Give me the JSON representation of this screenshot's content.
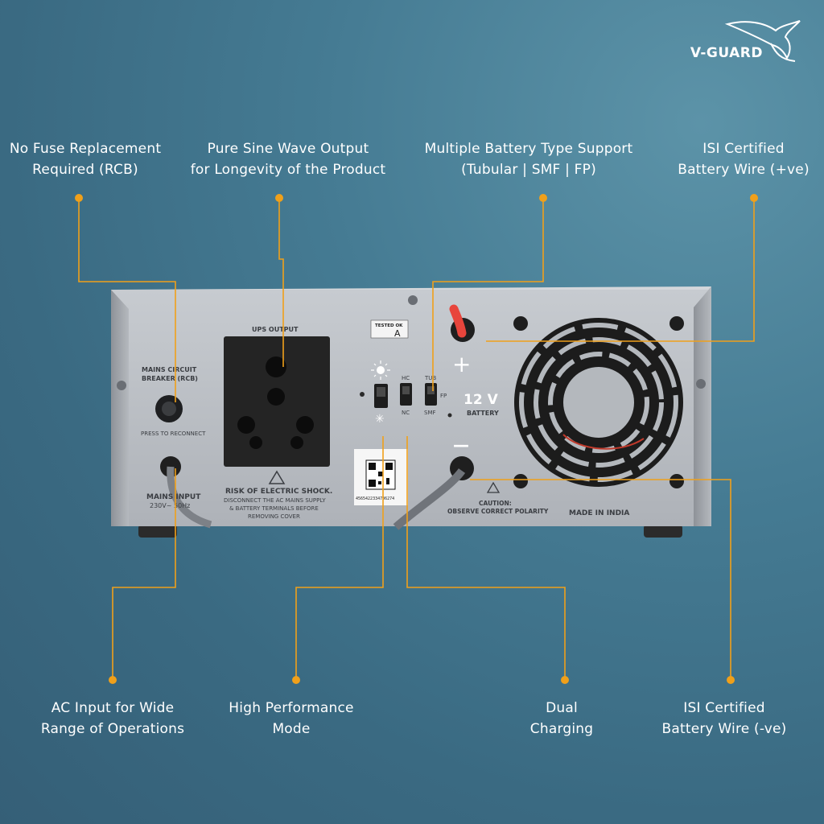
{
  "brand": {
    "name": "V-GUARD"
  },
  "callouts": {
    "fuse": {
      "line1": "No Fuse Replacement",
      "line2": "Required (RCB)"
    },
    "sine": {
      "line1": "Pure Sine Wave Output",
      "line2": "for Longevity of the Product"
    },
    "battery_type": {
      "line1": "Multiple Battery Type Support",
      "line2": "(Tubular | SMF | FP)"
    },
    "wire_pos": {
      "line1": "ISI Certified",
      "line2": "Battery Wire (+ve)"
    },
    "ac_input": {
      "line1": "AC Input for Wide",
      "line2": "Range of Operations"
    },
    "performance": {
      "line1": "High Performance",
      "line2": "Mode"
    },
    "charging": {
      "line1": "Dual",
      "line2": "Charging"
    },
    "wire_neg": {
      "line1": "ISI Certified",
      "line2": "Battery Wire (-ve)"
    }
  },
  "panel": {
    "mcb_label1": "MAINS CIRCUIT",
    "mcb_label2": "BREAKER (RCB)",
    "press_reconnect": "PRESS TO RECONNECT",
    "mains_input": "MAINS INPUT",
    "mains_rating": "230V~ 50Hz",
    "ups_output": "UPS OUTPUT",
    "tested_ok": "TESTED OK",
    "tested_grade": "A",
    "switch_hc": "HC",
    "switch_nc": "NC",
    "switch_tub": "TUB",
    "switch_fp": "FP",
    "switch_smf": "SMF",
    "voltage": "12 V",
    "battery": "BATTERY",
    "plus": "+",
    "minus": "—",
    "shock_title": "RISK OF ELECTRIC SHOCK.",
    "shock_l1": "DISCONNECT THE AC MAINS SUPPLY",
    "shock_l2": "& BATTERY TERMINALS BEFORE",
    "shock_l3": "REMOVING COVER",
    "serial": "4565422334706274",
    "caution": "CAUTION:",
    "polarity": "OBSERVE CORRECT POLARITY",
    "made_in": "MADE IN INDIA"
  },
  "colors": {
    "accent": "#f0a01a",
    "panel_silver": "#b9bdc3",
    "socket_black": "#242424",
    "wire_red": "#e8453c"
  }
}
